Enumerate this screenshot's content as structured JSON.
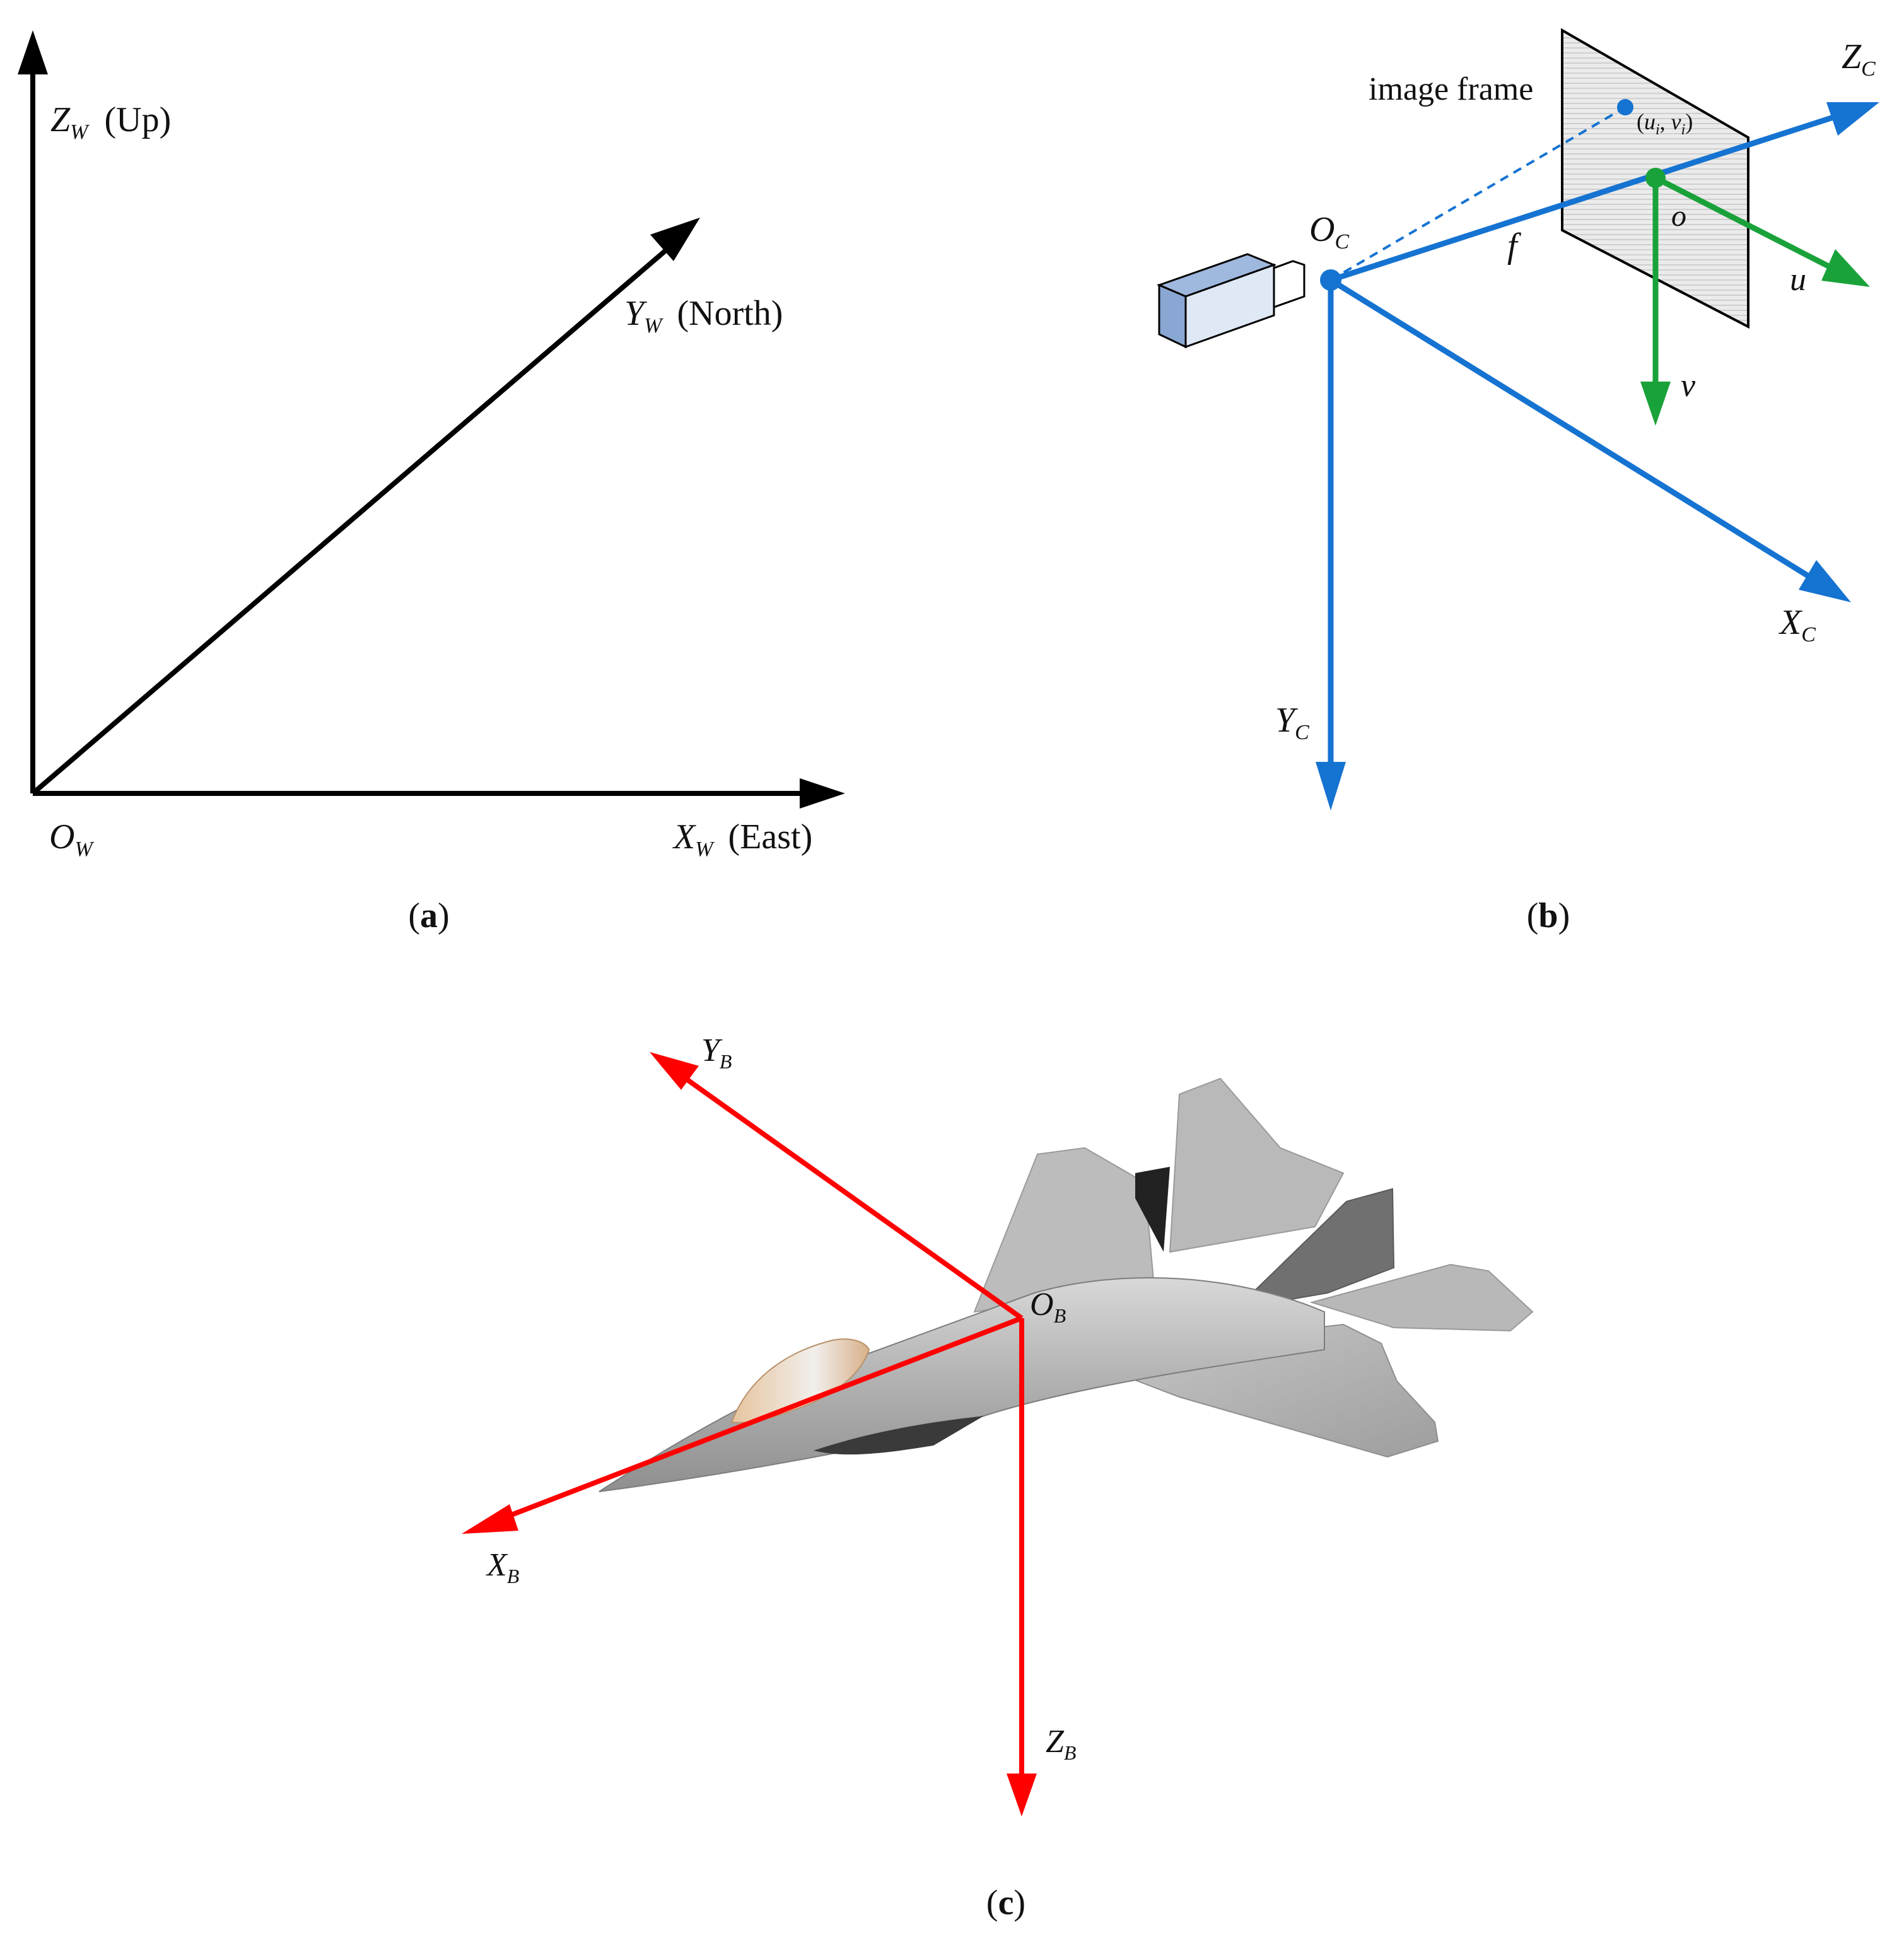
{
  "panel_a": {
    "caption_open": "(",
    "caption_letter": "a",
    "caption_close": ")",
    "z_axis": {
      "sym": "Z",
      "sub": "W",
      "dir": "(Up)"
    },
    "y_axis": {
      "sym": "Y",
      "sub": "W",
      "dir": "(North)"
    },
    "x_axis": {
      "sym": "X",
      "sub": "W",
      "dir": "(East)"
    },
    "origin": {
      "sym": "O",
      "sub": "W"
    }
  },
  "panel_b": {
    "caption_open": "(",
    "caption_letter": "b",
    "caption_close": ")",
    "image_frame_label": "image frame",
    "point": {
      "open": "(",
      "u": "u",
      "u_sub": "i",
      "comma": ", ",
      "v": "v",
      "v_sub": "i",
      "close": ")"
    },
    "origin": {
      "sym": "O",
      "sub": "C"
    },
    "focal": "f",
    "principal_point": "o",
    "u_axis": "u",
    "v_axis": "v",
    "z_axis": {
      "sym": "Z",
      "sub": "C"
    },
    "x_axis": {
      "sym": "X",
      "sub": "C"
    },
    "y_axis": {
      "sym": "Y",
      "sub": "C"
    },
    "colors": {
      "camera_axes": "#1573d1",
      "image_axes": "#1aa23a"
    }
  },
  "panel_c": {
    "caption_open": "(",
    "caption_letter": "c",
    "caption_close": ")",
    "origin": {
      "sym": "O",
      "sub": "B"
    },
    "x_axis": {
      "sym": "X",
      "sub": "B"
    },
    "y_axis": {
      "sym": "Y",
      "sub": "B"
    },
    "z_axis": {
      "sym": "Z",
      "sub": "B"
    },
    "colors": {
      "body_axes": "#ff0000",
      "aircraft": "#b5b5b5",
      "canopy": "#e0b98f"
    }
  }
}
